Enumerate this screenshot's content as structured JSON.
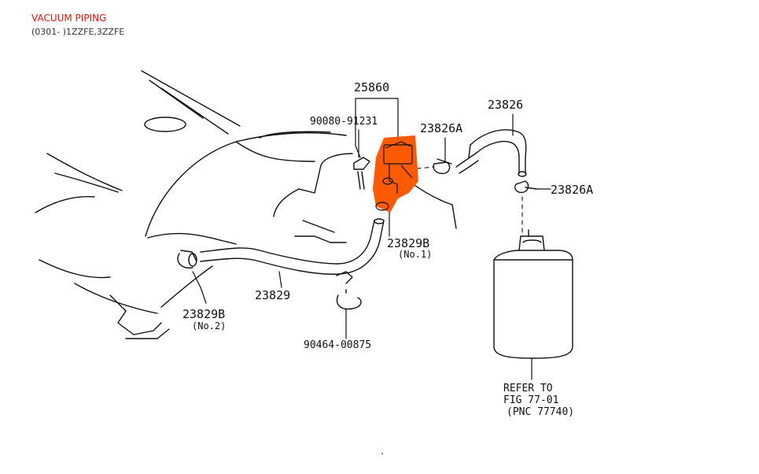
{
  "header": {
    "title": "VACUUM PIPING",
    "subtitle": "(0301- )1ZZFE,3ZZFE"
  },
  "parts": {
    "p25860": "25860",
    "p90080": "90080-91231",
    "p23826A_top": "23826A",
    "p23826": "23826",
    "p23826A_right": "23826A",
    "p23829B_no1": "23829B",
    "p23829B_no1_note": "(No.1)",
    "p23829": "23829",
    "p23829B_no2": "23829B",
    "p23829B_no2_note": "(No.2)",
    "p90464": "90464-00875"
  },
  "refer": {
    "line1": "REFER TO",
    "line2": "FIG 77-01",
    "line3": "(PNC 77740)"
  },
  "colors": {
    "highlight": "#ff5a00",
    "line": "#111111",
    "title": "#e01010"
  }
}
